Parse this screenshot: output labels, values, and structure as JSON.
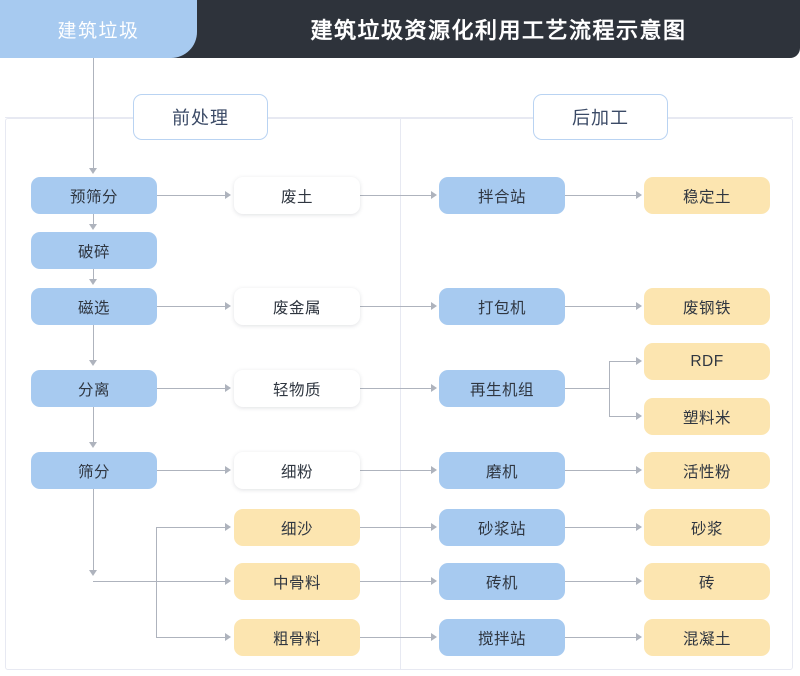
{
  "header": {
    "tab_label": "建筑垃圾",
    "title": "建筑垃圾资源化利用工艺流程示意图",
    "tab_color": "#a7caf0",
    "bar_color": "#2e333b"
  },
  "sections": [
    {
      "label": "前处理"
    },
    {
      "label": "后加工"
    }
  ],
  "palette": {
    "blue": "#a7caf0",
    "yellow": "#fce5b0",
    "white": "#ffffff",
    "line": "#aeb3bd",
    "frame": "#e7e9f2",
    "chip_border": "#b9d3f2"
  },
  "nodes": {
    "col1": [
      {
        "label": "预筛分"
      },
      {
        "label": "破碎"
      },
      {
        "label": "磁选"
      },
      {
        "label": "分离"
      },
      {
        "label": "筛分"
      }
    ],
    "col2": [
      {
        "label": "废土",
        "kind": "white"
      },
      {
        "label": "废金属",
        "kind": "white"
      },
      {
        "label": "轻物质",
        "kind": "white"
      },
      {
        "label": "细粉",
        "kind": "white"
      },
      {
        "label": "细沙",
        "kind": "yellow"
      },
      {
        "label": "中骨料",
        "kind": "yellow"
      },
      {
        "label": "粗骨料",
        "kind": "yellow"
      }
    ],
    "col3": [
      {
        "label": "拌合站"
      },
      {
        "label": "打包机"
      },
      {
        "label": "再生机组"
      },
      {
        "label": "磨机"
      },
      {
        "label": "砂浆站"
      },
      {
        "label": "砖机"
      },
      {
        "label": "搅拌站"
      }
    ],
    "col4": [
      {
        "label": "稳定土"
      },
      {
        "label": "废钢铁"
      },
      {
        "label": "RDF"
      },
      {
        "label": "塑料米"
      },
      {
        "label": "活性粉"
      },
      {
        "label": "砂浆"
      },
      {
        "label": "砖"
      },
      {
        "label": "混凝土"
      }
    ]
  }
}
